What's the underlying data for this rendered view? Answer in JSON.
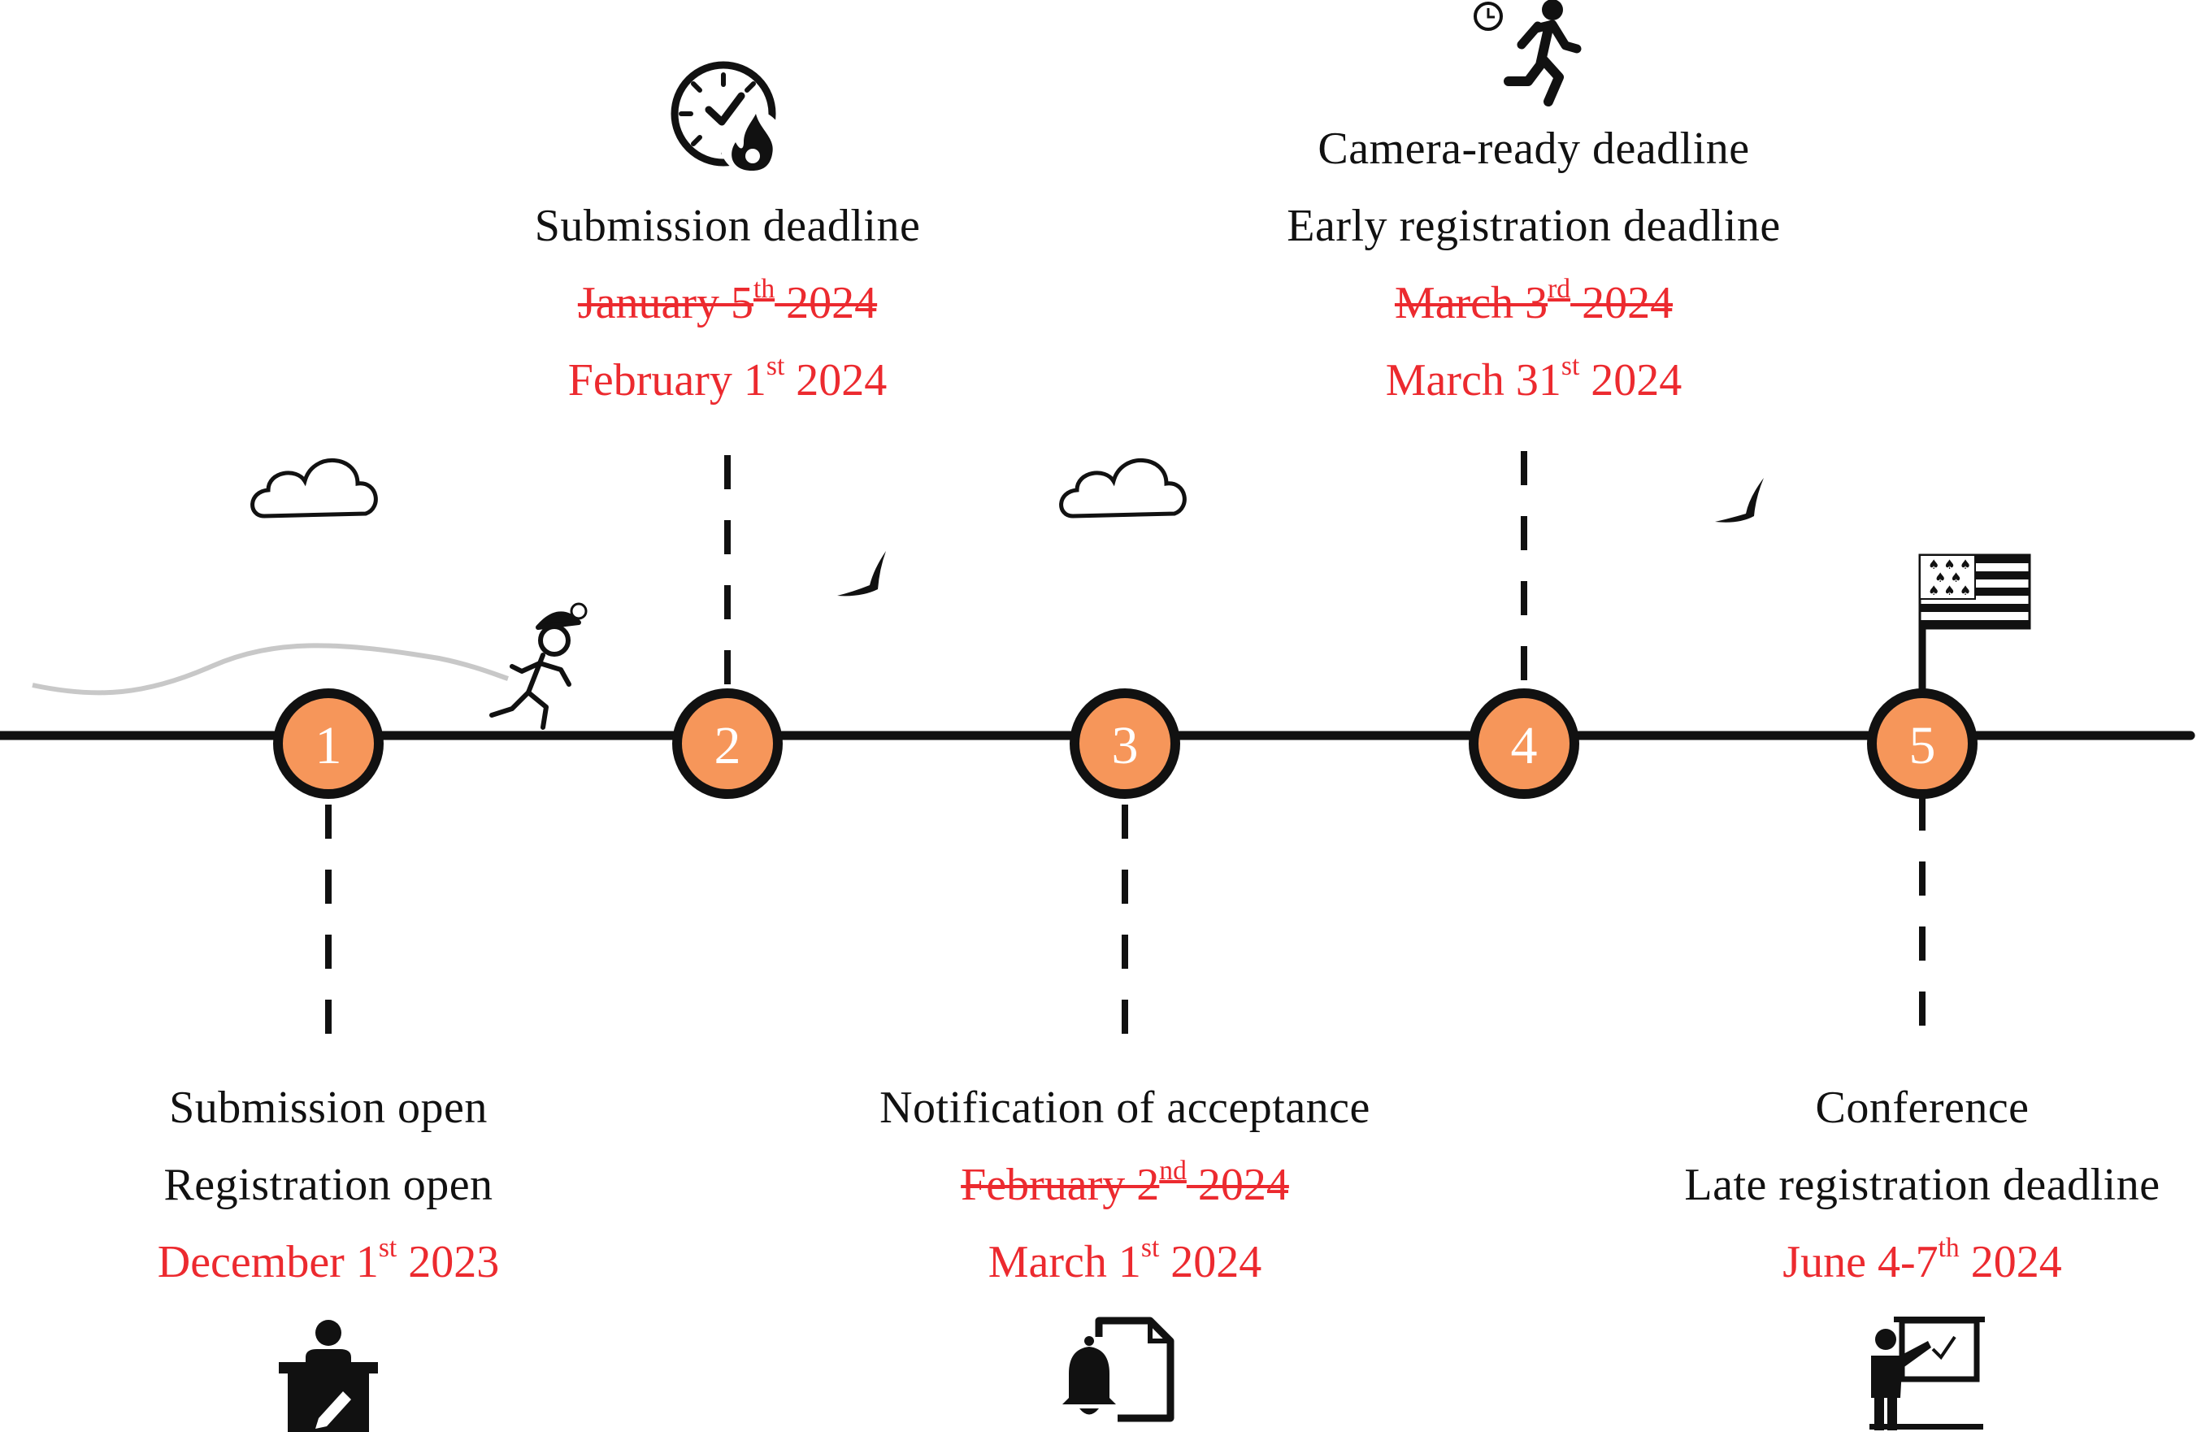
{
  "colors": {
    "line": "#111111",
    "node_fill": "#f6965a",
    "node_stroke": "#111111",
    "date_red": "#ec2a2f",
    "trail_gray": "#c8c8c8"
  },
  "milestones": [
    {
      "number": "1",
      "labels": [
        "Submission open",
        "Registration open"
      ],
      "old_date": null,
      "date": {
        "pre": "December 1",
        "sup": "st",
        "post": " 2023"
      },
      "icon": "desk-writing-icon"
    },
    {
      "number": "2",
      "labels": [
        "Submission deadline"
      ],
      "old_date": {
        "pre": "January 5",
        "sup": "th",
        "post": " 2024"
      },
      "date": {
        "pre": "February 1",
        "sup": "st",
        "post": " 2024"
      },
      "icon": "clock-fire-icon"
    },
    {
      "number": "3",
      "labels": [
        "Notification of  acceptance"
      ],
      "old_date": {
        "pre": "February 2",
        "sup": "nd",
        "post": " 2024"
      },
      "date": {
        "pre": "March 1",
        "sup": "st",
        "post": " 2024"
      },
      "icon": "document-bell-icon"
    },
    {
      "number": "4",
      "labels": [
        "Camera-ready deadline",
        "Early registration deadline"
      ],
      "old_date": {
        "pre": "March 3",
        "sup": "rd",
        "post": " 2024"
      },
      "date": {
        "pre": "March 31",
        "sup": "st",
        "post": " 2024"
      },
      "icon": "running-clock-icon"
    },
    {
      "number": "5",
      "labels": [
        "Conference",
        "Late registration deadline"
      ],
      "old_date": null,
      "date": {
        "pre": "June 4-7",
        "sup": "th",
        "post": " 2024"
      },
      "icon": "presenter-board-icon"
    }
  ],
  "decorations": [
    "cloud-icon",
    "cloud-icon",
    "bird-icon",
    "bird-icon",
    "running-person-icon",
    "breton-flag-icon"
  ]
}
